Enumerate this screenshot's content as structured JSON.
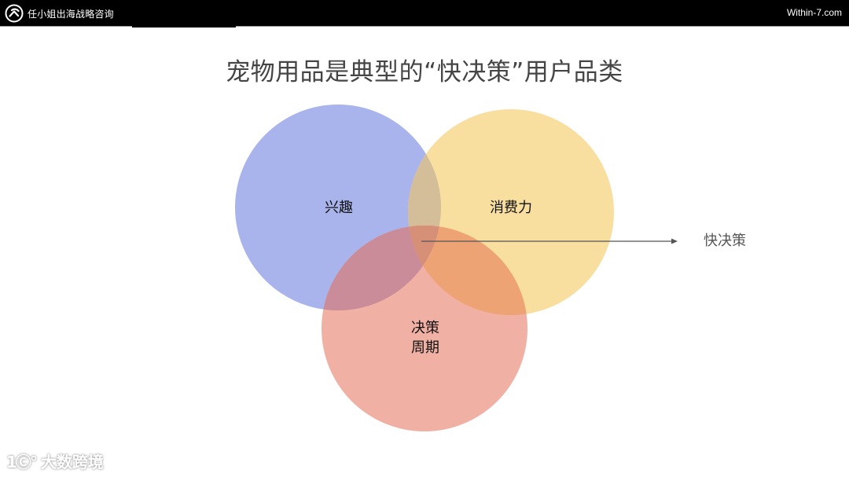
{
  "header": {
    "brand": "任小姐出海战略咨询",
    "site": "Within-7.com",
    "logo_icon": "rounded-a-logo-icon"
  },
  "slide": {
    "title": "宠物用品是典型的“快决策”用户品类"
  },
  "venn": {
    "circles": [
      {
        "id": "interest",
        "label": "兴趣",
        "color": "#aab4ec"
      },
      {
        "id": "spending-power",
        "label": "消费力",
        "color": "#f8dfa0"
      },
      {
        "id": "decision-cycle",
        "label_line1": "决策",
        "label_line2": "周期",
        "color": "#f1b0a4"
      }
    ],
    "intersection_arrow_target": "快决策"
  },
  "watermark": {
    "logo": "1Ⓒ°",
    "text": "大数跨境"
  }
}
